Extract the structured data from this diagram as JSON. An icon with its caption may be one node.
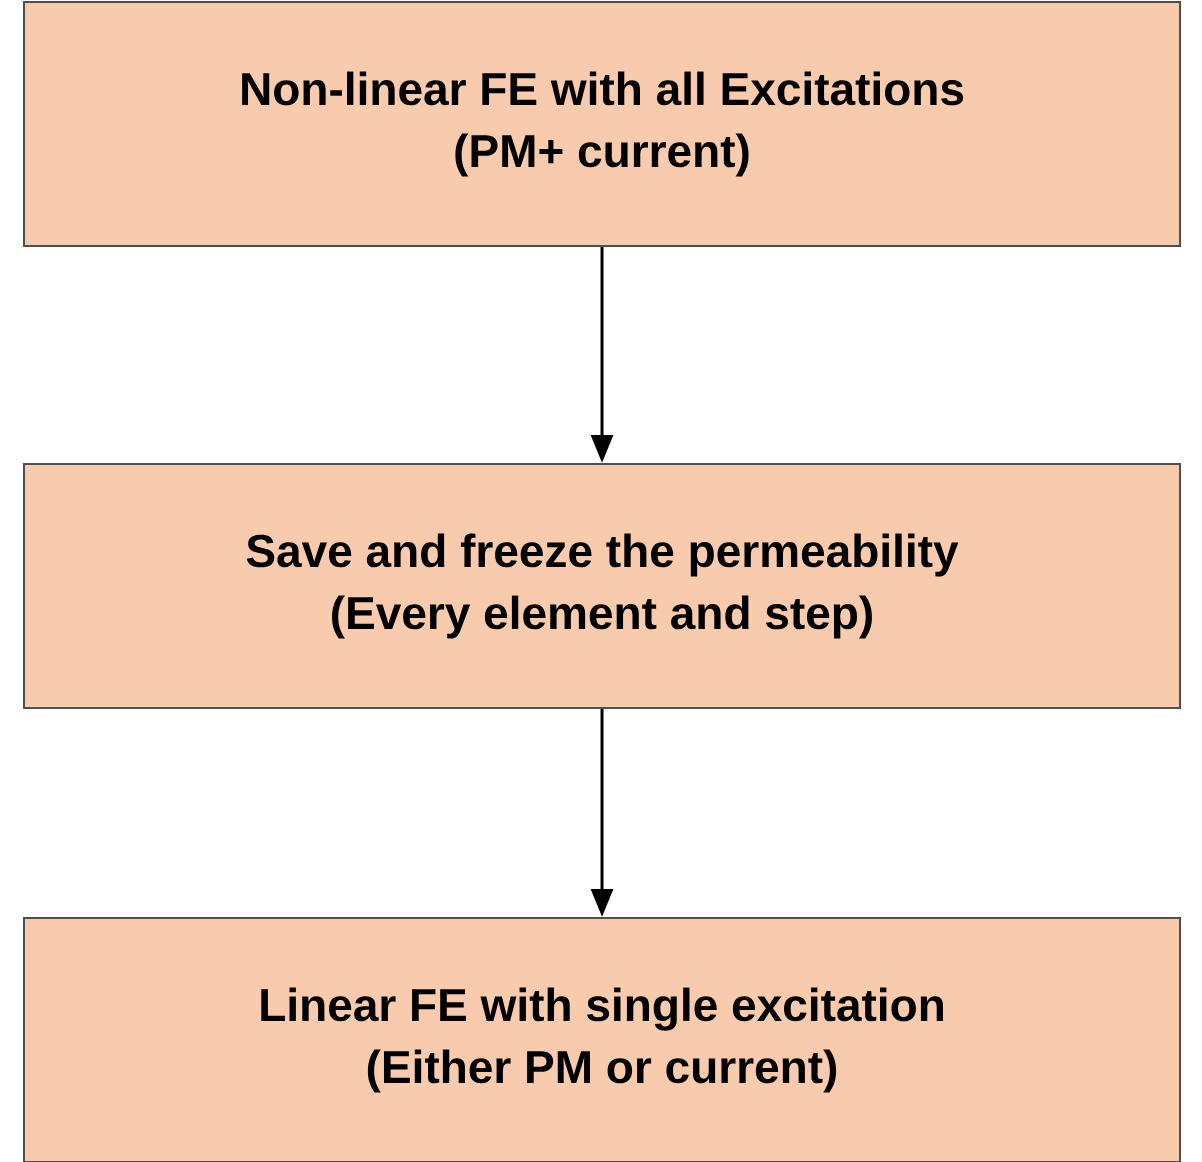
{
  "diagram": {
    "nodes": [
      {
        "text": [
          "Non-linear FE with all Excitations",
          "(PM+ current)"
        ]
      },
      {
        "text": [
          "Save and freeze the permeability",
          "(Every element and step)"
        ]
      },
      {
        "text": [
          "Linear FE with single excitation",
          "(Either PM or current)"
        ]
      }
    ],
    "edges": [
      {
        "from": 0,
        "to": 1,
        "arrow": "to"
      },
      {
        "from": 1,
        "to": 2,
        "arrow": "to"
      }
    ]
  }
}
